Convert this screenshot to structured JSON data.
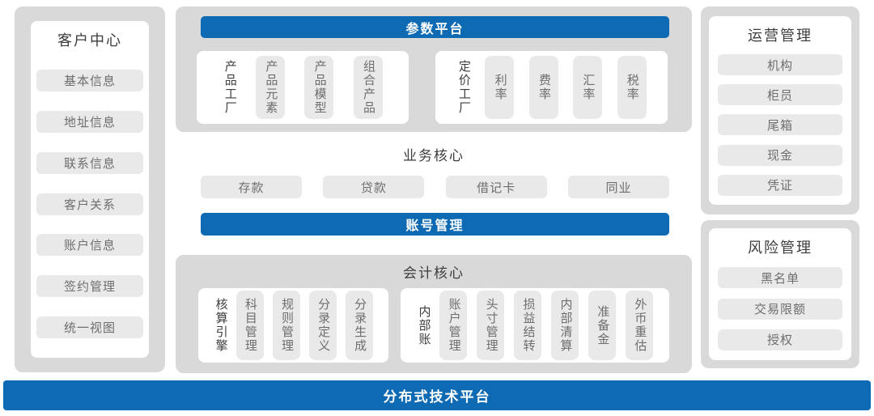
{
  "palette": {
    "blue": "#0e6ab3",
    "container_gray": "#d9d9d9",
    "panel_white": "#ffffff",
    "button_gray": "#e9e9e9",
    "title_text": "#3d3d3d",
    "item_text": "#6e6e6e"
  },
  "left_panel": {
    "title": "客户中心",
    "items": [
      "基本信息",
      "地址信息",
      "联系信息",
      "客户关系",
      "账户信息",
      "签约管理",
      "统一视图"
    ]
  },
  "center": {
    "param_platform": {
      "title": "参数平台",
      "groups": [
        {
          "label": "产品工厂",
          "items": [
            "产品元素",
            "产品模型",
            "组合产品"
          ]
        },
        {
          "label": "定价工厂",
          "items": [
            "利率",
            "费率",
            "汇率",
            "税率"
          ]
        }
      ]
    },
    "business_core": {
      "title": "业务核心",
      "items": [
        "存款",
        "贷款",
        "借记卡",
        "同业"
      ]
    },
    "account_mgmt": {
      "title": "账号管理"
    },
    "accounting_core": {
      "title": "会计核心",
      "groups": [
        {
          "label": "核算引擎",
          "items": [
            "科目管理",
            "规则管理",
            "分录定义",
            "分录生成"
          ]
        },
        {
          "label": "内部账",
          "items": [
            "账户管理",
            "头寸管理",
            "损益结转",
            "内部清算",
            "准备金",
            "外币重估"
          ]
        }
      ]
    }
  },
  "right_panels": [
    {
      "title": "运营管理",
      "items": [
        "机构",
        "柜员",
        "尾箱",
        "现金",
        "凭证"
      ]
    },
    {
      "title": "风险管理",
      "items": [
        "黑名单",
        "交易限额",
        "授权"
      ]
    }
  ],
  "bottom_bar": {
    "title": "分布式技术平台"
  }
}
